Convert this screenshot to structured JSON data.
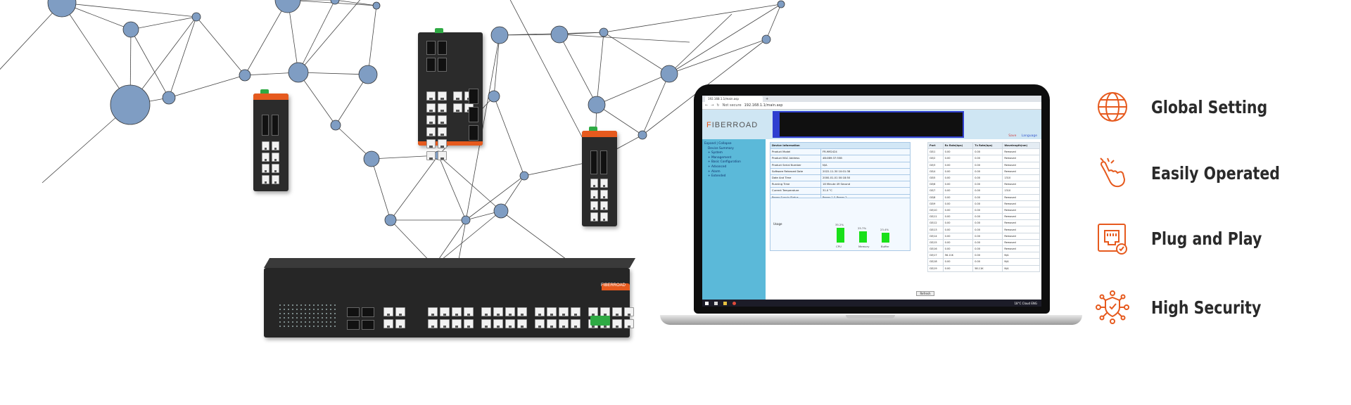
{
  "accent_color": "#e65a1e",
  "node_color": "#7f9dc3",
  "browser": {
    "tab_title": "192.168.1.1/main.asp",
    "new_tab_label": "+",
    "security_label": "Not secure",
    "url": "192.168.1.1/main.asp"
  },
  "app": {
    "logo_first_letter": "F",
    "logo_rest": "IBERROAD",
    "header_links": {
      "save": "Save",
      "language": "Language"
    },
    "sidebar": [
      {
        "label": "Expand | Collapse",
        "level": 0
      },
      {
        "label": "Device Summary",
        "level": 1
      },
      {
        "label": "+ System",
        "level": 1
      },
      {
        "label": "+ Management",
        "level": 1
      },
      {
        "label": "+ Basic Configuration",
        "level": 1
      },
      {
        "label": "+ Advanced",
        "level": 1
      },
      {
        "label": "+ Alarm",
        "level": 1
      },
      {
        "label": "+ Extended",
        "level": 1
      }
    ],
    "device_info": {
      "title": "Device Information",
      "rows": [
        {
          "label": "Product Model",
          "value": "FR-9M2424"
        },
        {
          "label": "Product MAC Address",
          "value": "4B:0B9:37:55B"
        },
        {
          "label": "Product Serial Number",
          "value": "N/A"
        },
        {
          "label": "Software Released Date",
          "value": "2022-11-30 10:01:38"
        },
        {
          "label": "Date And Time",
          "value": "2000-01-01 00:18:50"
        },
        {
          "label": "Running Time",
          "value": "18 Minute 49 Second"
        },
        {
          "label": "Current Temperature",
          "value": "31.0 °C"
        },
        {
          "label": "Power Supply Status",
          "value": "Power 1 & Power 2"
        }
      ],
      "usage_label": "Usage",
      "usage": [
        {
          "name": "CPU",
          "percent": 35.2,
          "label": "35.2%"
        },
        {
          "name": "Memory",
          "percent": 25.7,
          "label": "25.7%"
        },
        {
          "name": "Buffer",
          "percent": 23.4,
          "label": "23.4%"
        }
      ]
    },
    "ports": {
      "headers": [
        "Port",
        "Rx Rate(bps)",
        "Tx Rate(bps)",
        "Wavelength(nm)"
      ],
      "rows": [
        [
          "GE/1",
          "0.00",
          "0.00",
          "Removed"
        ],
        [
          "GE/2",
          "0.00",
          "0.00",
          "Removed"
        ],
        [
          "GE/3",
          "0.00",
          "0.00",
          "Removed"
        ],
        [
          "GE/4",
          "0.00",
          "0.00",
          "Removed"
        ],
        [
          "GE/5",
          "0.00",
          "0.00",
          "1310"
        ],
        [
          "GE/6",
          "0.00",
          "0.00",
          "Removed"
        ],
        [
          "GE/7",
          "0.00",
          "0.00",
          "1310"
        ],
        [
          "GE/8",
          "0.00",
          "0.00",
          "Removed"
        ],
        [
          "GE/9",
          "0.00",
          "0.00",
          "Removed"
        ],
        [
          "GE/10",
          "0.00",
          "0.00",
          "Removed"
        ],
        [
          "GE/11",
          "0.00",
          "0.00",
          "Removed"
        ],
        [
          "GE/12",
          "0.00",
          "0.00",
          "Removed"
        ],
        [
          "GE/13",
          "0.00",
          "0.00",
          "Removed"
        ],
        [
          "GE/14",
          "0.00",
          "0.00",
          "Removed"
        ],
        [
          "GE/15",
          "0.00",
          "0.00",
          "Removed"
        ],
        [
          "GE/16",
          "0.00",
          "0.00",
          "Removed"
        ],
        [
          "GE/17",
          "56.11K",
          "0.00",
          "N/A"
        ],
        [
          "GE/18",
          "0.00",
          "0.00",
          "N/A"
        ],
        [
          "GE/19",
          "0.00",
          "58.11K",
          "N/A"
        ]
      ],
      "refresh_label": "Refresh"
    },
    "taskbar": {
      "tray": "18°C Cloud  ENG"
    }
  },
  "features": [
    {
      "label": "Global Setting",
      "icon": "globe-icon"
    },
    {
      "label": "Easily Operated",
      "icon": "tap-hand-icon"
    },
    {
      "label": "Plug and Play",
      "icon": "ethernet-port-icon"
    },
    {
      "label": "High Security",
      "icon": "shield-network-icon"
    }
  ],
  "switch_brand": "FIBERROAD"
}
